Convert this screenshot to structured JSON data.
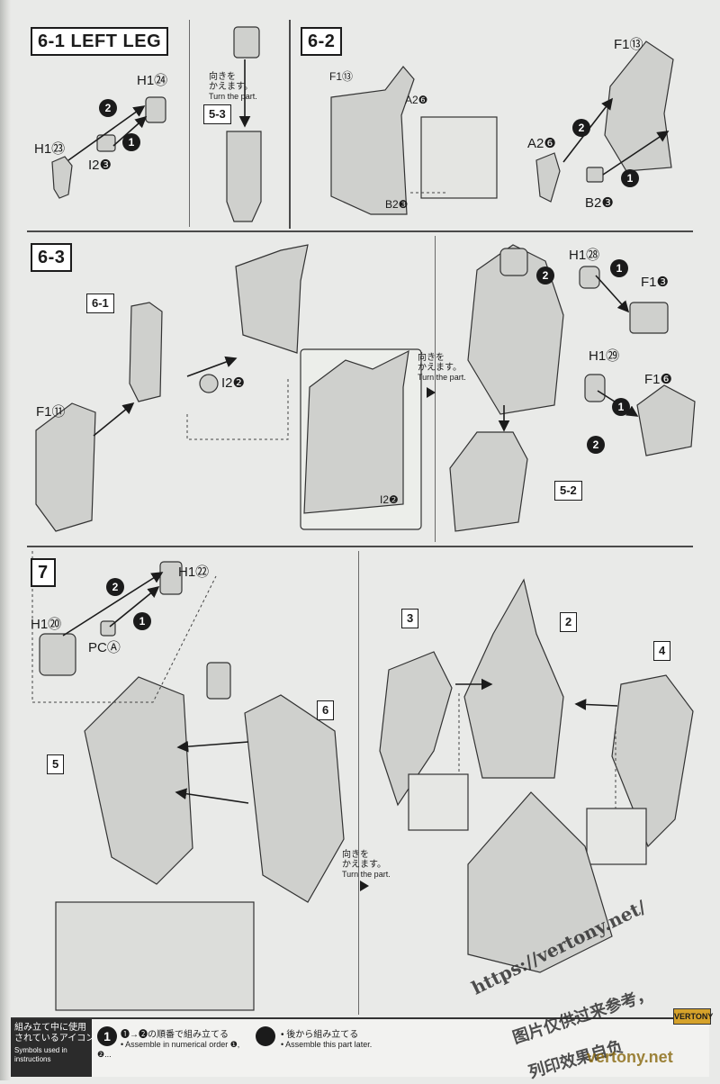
{
  "steps": {
    "s61": {
      "tag": "6-1 LEFT LEG",
      "h1_24": "H1㉔",
      "h1_23": "H1㉓",
      "i2_3": "I2❸"
    },
    "s62": {
      "tag": "6-2",
      "f1_13a": "F1⑬",
      "a2_6a": "A2❻",
      "b2_3a": "B2❸",
      "f1_13b": "F1⑬",
      "a2_6b": "A2❻",
      "b2_3b": "B2❸"
    },
    "s53ref": {
      "tag": "5-3",
      "turn_jp": "向きを\nかえます。",
      "turn_en": "Turn the part."
    },
    "s63": {
      "tag": "6-3",
      "ref61": "6-1",
      "f1_11": "F1⑪",
      "i2_2a": "I2❷",
      "i2_2b": "I2❷",
      "turn_jp": "向きを\nかえます。",
      "turn_en": "Turn the part.",
      "h1_28": "H1㉘",
      "f1_3": "F1❸",
      "h1_29": "H1㉙",
      "f1_6": "F1❻",
      "ref52": "5-2"
    },
    "s7": {
      "tag": "7",
      "h1_22": "H1㉒",
      "h1_20": "H1⑳",
      "pca": "PCⒶ",
      "ref5": "5",
      "ref6": "6",
      "turn_jp": "向きを\nかえます。",
      "turn_en": "Turn the part.",
      "ref2": "2",
      "ref3": "3",
      "ref4": "4"
    }
  },
  "legend": {
    "title_jp": "組み立て中に使用\nされているアイコン",
    "title_en": "Symbols used in instructions",
    "icon1_jp": "❶→❷の順番で組み立てる",
    "icon1_en": "• Assemble in numerical order ❶, ❷...",
    "icon2_jp": "• 後から組み立てる",
    "icon2_en": "• Assemble this part later."
  },
  "watermark": {
    "url": "https://vertony.net/",
    "line1": "图片仅供过来参考，",
    "line2": "列印效果自负",
    "site": "vertony.net",
    "logo": "VERTONY"
  }
}
